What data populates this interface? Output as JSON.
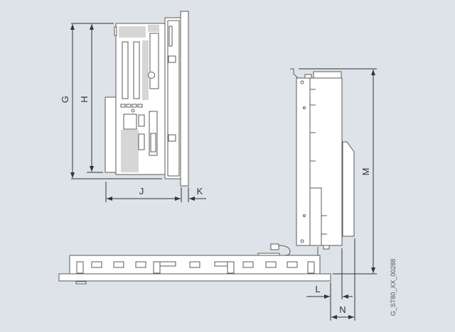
{
  "drawing_id": "G_ST80_XX_00288",
  "dimensions": {
    "G": "G",
    "H": "H",
    "J": "J",
    "K": "K",
    "L": "L",
    "M": "M",
    "N": "N"
  },
  "colors": {
    "background": "#dde3e8",
    "line": "#5a5a5a",
    "fill": "#ffffff"
  }
}
